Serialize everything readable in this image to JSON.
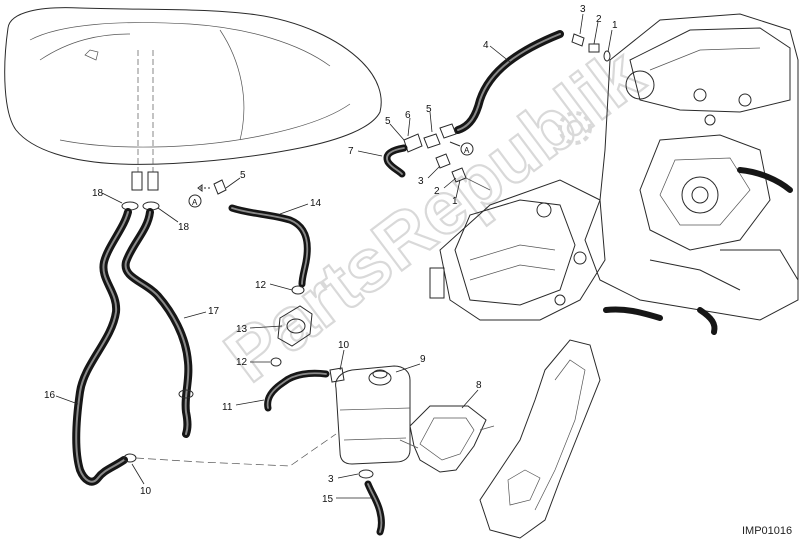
{
  "diagram": {
    "reference_code": "IMP01016",
    "watermark_text": "PartsRepublik",
    "colors": {
      "ink": "#1a1a1a",
      "hose": "#161616",
      "watermark": "#d9d9d9",
      "background": "#ffffff"
    },
    "labels": [
      {
        "id": "l1a",
        "text": "1"
      },
      {
        "id": "l2a",
        "text": "2"
      },
      {
        "id": "l3a",
        "text": "3"
      },
      {
        "id": "l4",
        "text": "4"
      },
      {
        "id": "l5a",
        "text": "5"
      },
      {
        "id": "l6",
        "text": "6"
      },
      {
        "id": "l5b",
        "text": "5"
      },
      {
        "id": "l7",
        "text": "7"
      },
      {
        "id": "l3b",
        "text": "3"
      },
      {
        "id": "l2b",
        "text": "2"
      },
      {
        "id": "l1b",
        "text": "1"
      },
      {
        "id": "lA1",
        "text": "A"
      },
      {
        "id": "l18a",
        "text": "18"
      },
      {
        "id": "l18b",
        "text": "18"
      },
      {
        "id": "lA2",
        "text": "A"
      },
      {
        "id": "l5c",
        "text": "5"
      },
      {
        "id": "l14",
        "text": "14"
      },
      {
        "id": "l12a",
        "text": "12"
      },
      {
        "id": "l13",
        "text": "13"
      },
      {
        "id": "l12b",
        "text": "12"
      },
      {
        "id": "l10a",
        "text": "10"
      },
      {
        "id": "l9",
        "text": "9"
      },
      {
        "id": "l11",
        "text": "11"
      },
      {
        "id": "l17",
        "text": "17"
      },
      {
        "id": "l16",
        "text": "16"
      },
      {
        "id": "l10b",
        "text": "10"
      },
      {
        "id": "l8",
        "text": "8"
      },
      {
        "id": "l3c",
        "text": "3"
      },
      {
        "id": "l15",
        "text": "15"
      }
    ]
  }
}
